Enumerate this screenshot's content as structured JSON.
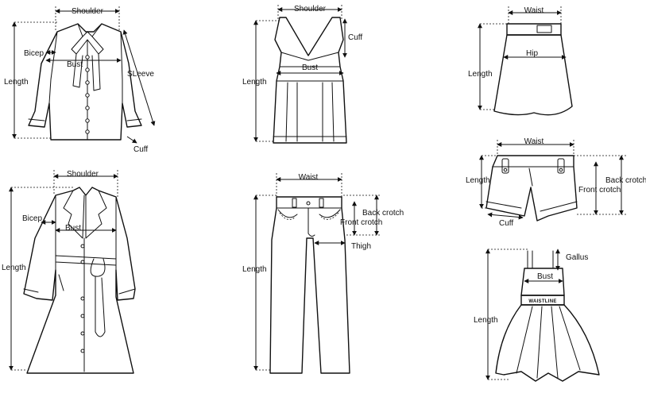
{
  "labels": {
    "shirt": {
      "shoulder": "Shoulder",
      "bicep": "Bicep",
      "bust": "Bust",
      "sleeve": "SLeeve",
      "length": "Length",
      "cuff": "Cuff"
    },
    "tank": {
      "shoulder": "Shoulder",
      "cuff": "Cuff",
      "bust": "Bust",
      "length": "Length"
    },
    "skirt": {
      "waist": "Waist",
      "hip": "Hip",
      "length": "Length"
    },
    "coat": {
      "shoulder": "Shoulder",
      "bicep": "Bicep",
      "bust": "Bust",
      "length": "Length"
    },
    "pants": {
      "waist": "Waist",
      "back_crotch": "Back crotch",
      "front_crotch": "Front crotch",
      "thigh": "Thigh",
      "length": "Length"
    },
    "shorts": {
      "waist": "Waist",
      "length": "Length",
      "back_crotch": "Back crotch",
      "front_crotch": "Front crotch",
      "cuff": "Cuff"
    },
    "dress": {
      "gallus": "Gallus",
      "bust": "Bust",
      "waistline": "WAISTLINE",
      "length": "Length"
    }
  }
}
